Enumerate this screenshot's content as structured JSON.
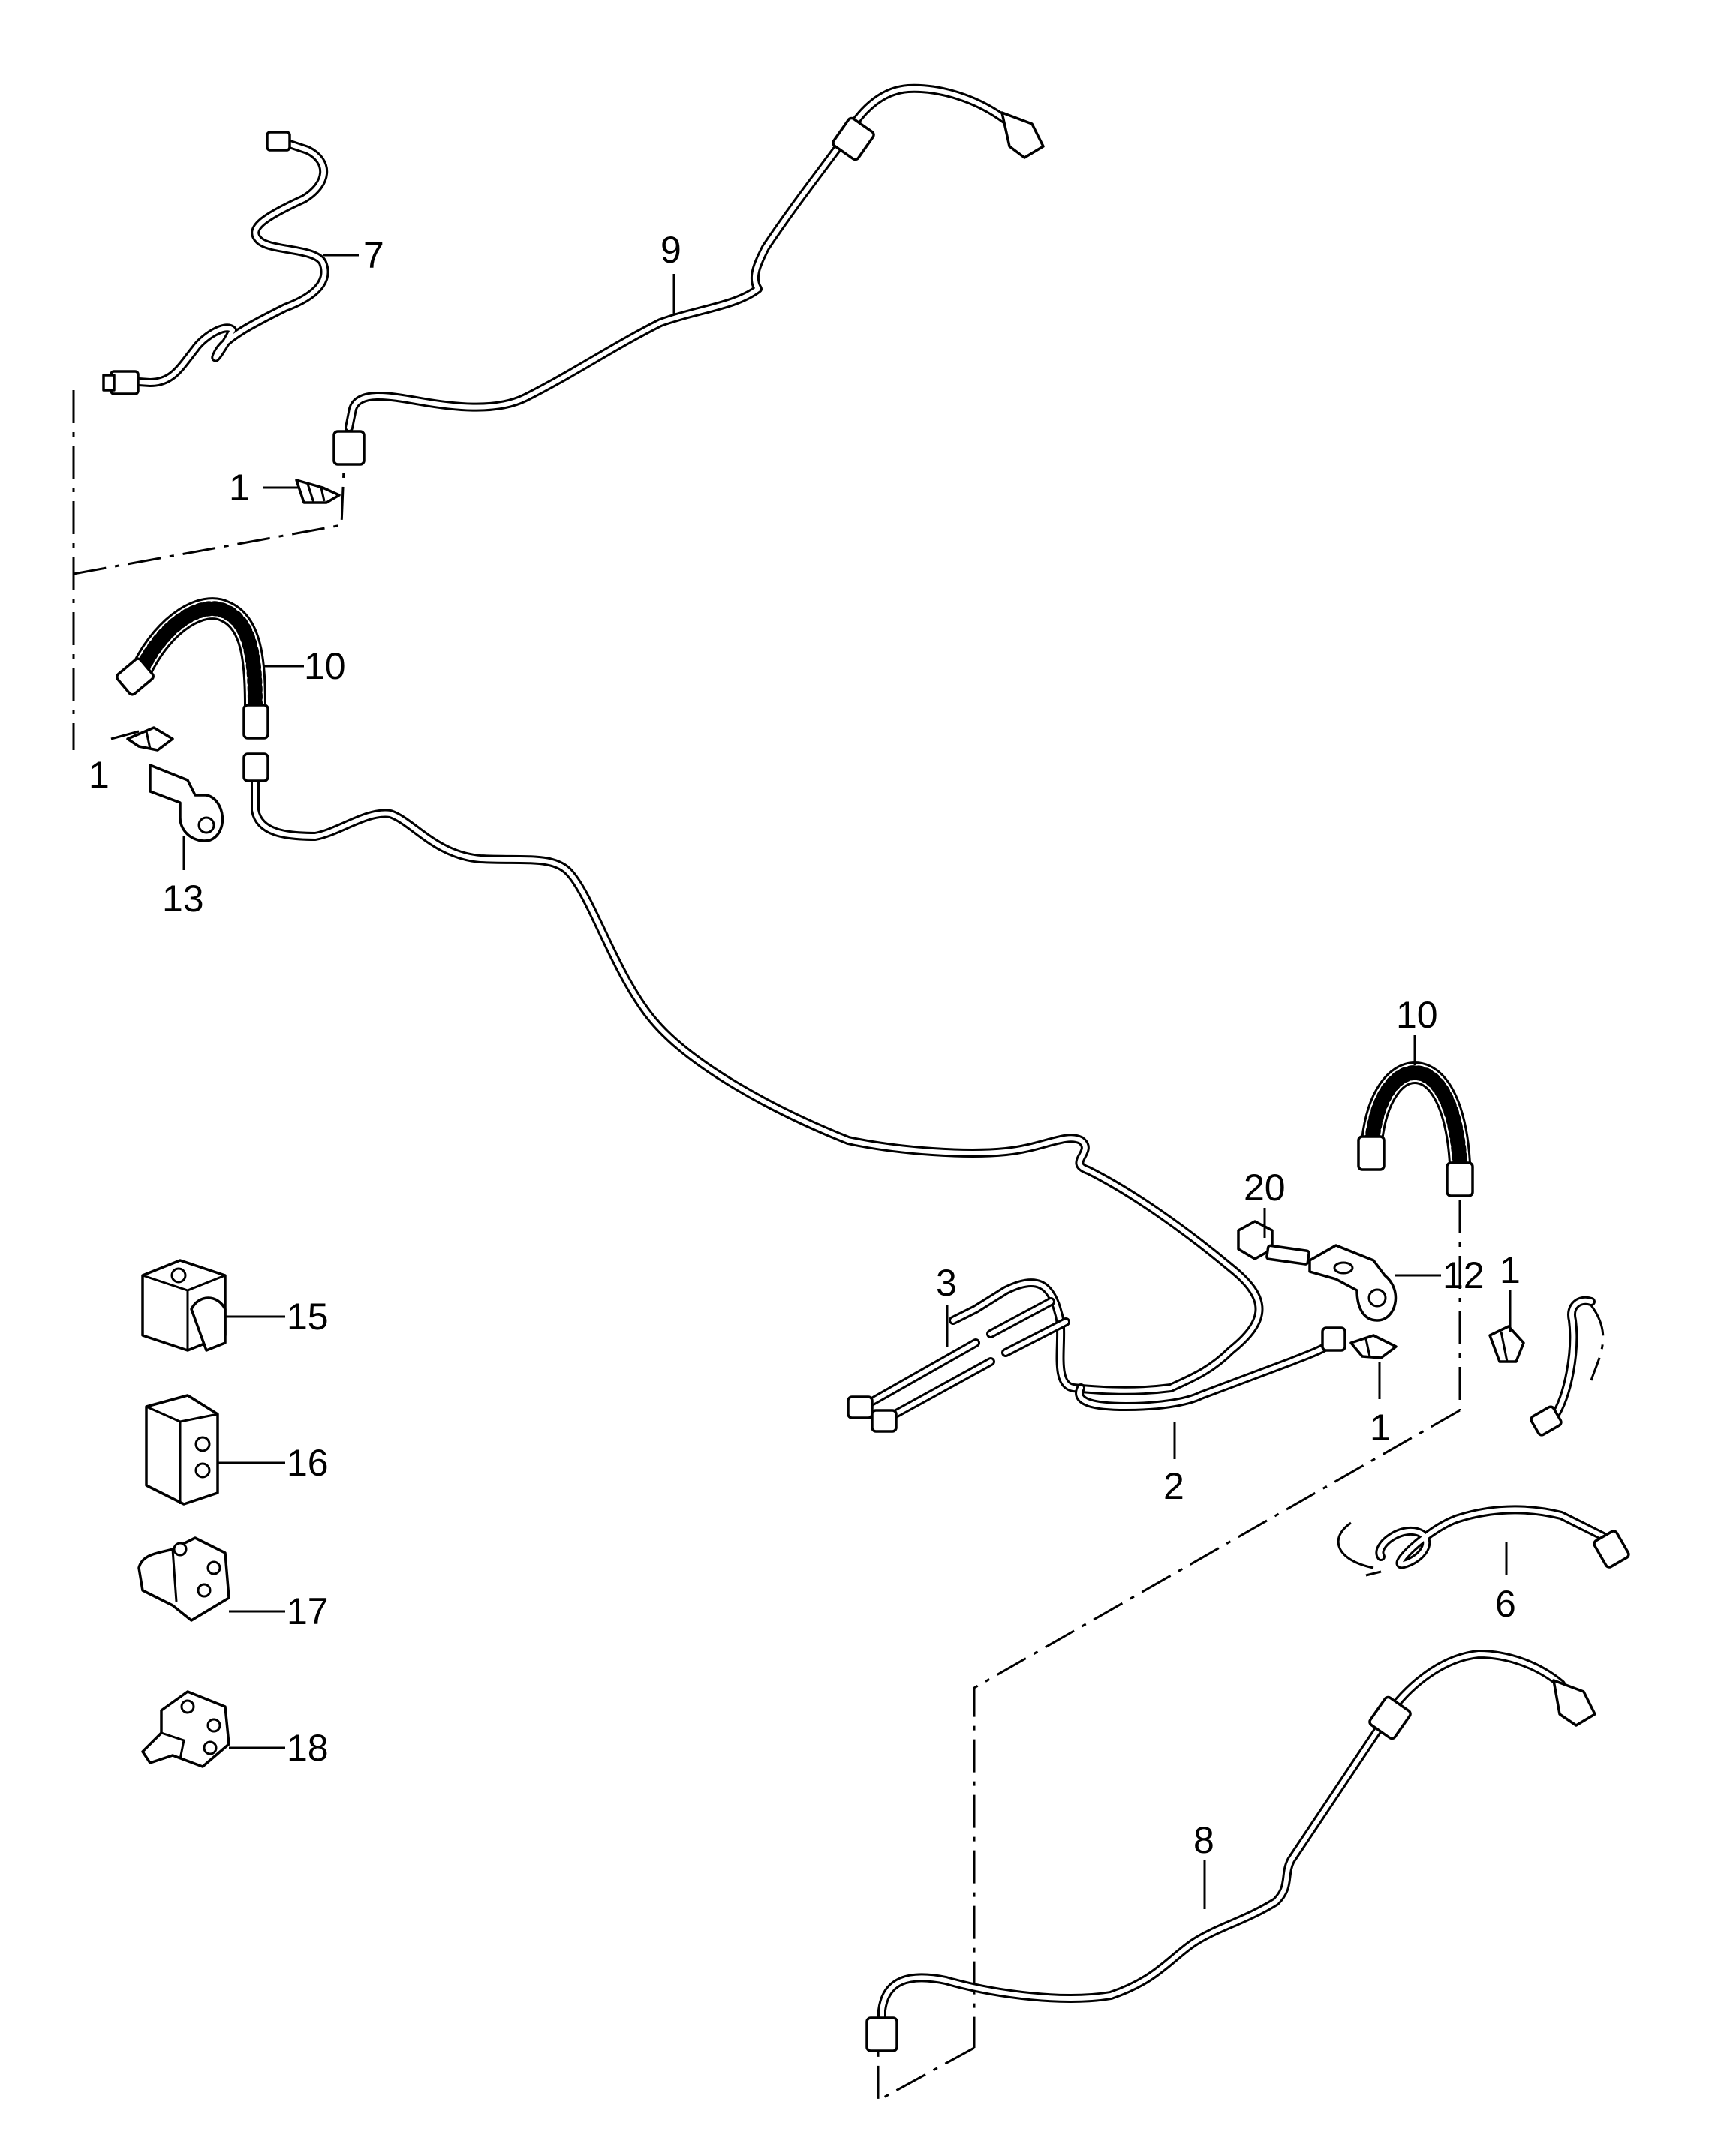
{
  "labels": {
    "part_1a": "1",
    "part_1b": "1",
    "part_1c": "1",
    "part_1d": "1",
    "part_2": "2",
    "part_3": "3",
    "part_6": "6",
    "part_7": "7",
    "part_8": "8",
    "part_9": "9",
    "part_10a": "10",
    "part_10b": "10",
    "part_12": "12",
    "part_13": "13",
    "part_15": "15",
    "part_16": "16",
    "part_17": "17",
    "part_18": "18",
    "part_20": "20"
  }
}
